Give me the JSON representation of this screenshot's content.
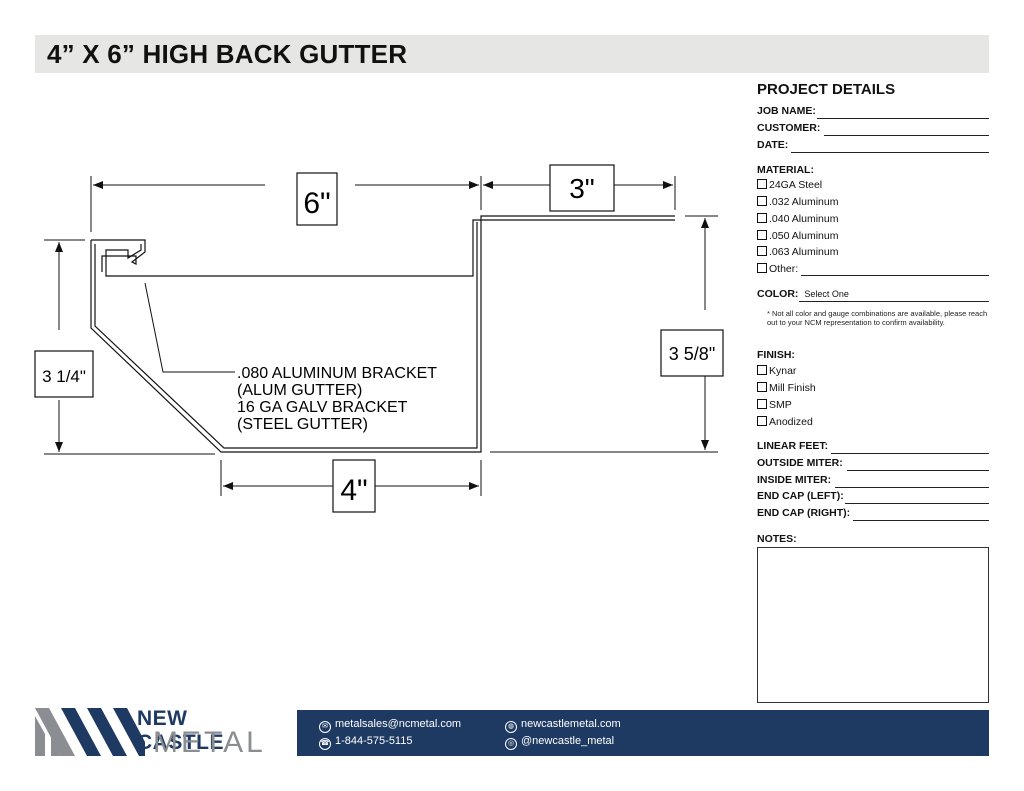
{
  "title": "4” X 6” HIGH BACK GUTTER",
  "drawing": {
    "dim_top_left": "6\"",
    "dim_top_right": "3\"",
    "dim_left": "3 1/4\"",
    "dim_right": "3 5/8\"",
    "dim_bottom": "4\"",
    "bracket_note": [
      ".080 ALUMINUM BRACKET",
      "(ALUM GUTTER)",
      "16 GA GALV BRACKET",
      "(STEEL GUTTER)"
    ]
  },
  "panel": {
    "heading": "PROJECT DETAILS",
    "job_name": "JOB NAME:",
    "customer": "CUSTOMER:",
    "date": "DATE:",
    "material_label": "MATERIAL:",
    "materials": [
      "24GA Steel",
      ".032 Aluminum",
      ".040 Aluminum",
      ".050 Aluminum",
      ".063 Aluminum",
      "Other:"
    ],
    "color_label": "COLOR:",
    "color_value": "Select One",
    "color_note": "* Not all color and gauge combinations are available, please reach out to your NCM representation to confirm availability.",
    "finish_label": "FINISH:",
    "finishes": [
      "Kynar",
      "Mill Finish",
      "SMP",
      "Anodized"
    ],
    "linear_feet": "LINEAR FEET:",
    "outside_miter": "OUTSIDE MITER:",
    "inside_miter": "INSIDE MITER:",
    "end_cap_left": "END CAP (LEFT):",
    "end_cap_right": "END CAP (RIGHT):",
    "notes_label": "NOTES:"
  },
  "logo": {
    "line1": "NEW CASTLE",
    "line2": "METAL"
  },
  "footer": {
    "email": "metalsales@ncmetal.com",
    "phone": "1-844-575-5115",
    "website": "newcastlemetal.com",
    "social": "@newcastle_metal"
  },
  "colors": {
    "footer_bg": "#1e3a62",
    "logo_dark": "#1e3a62",
    "logo_gray": "#8a8d91",
    "title_bg": "#e6e6e4"
  }
}
